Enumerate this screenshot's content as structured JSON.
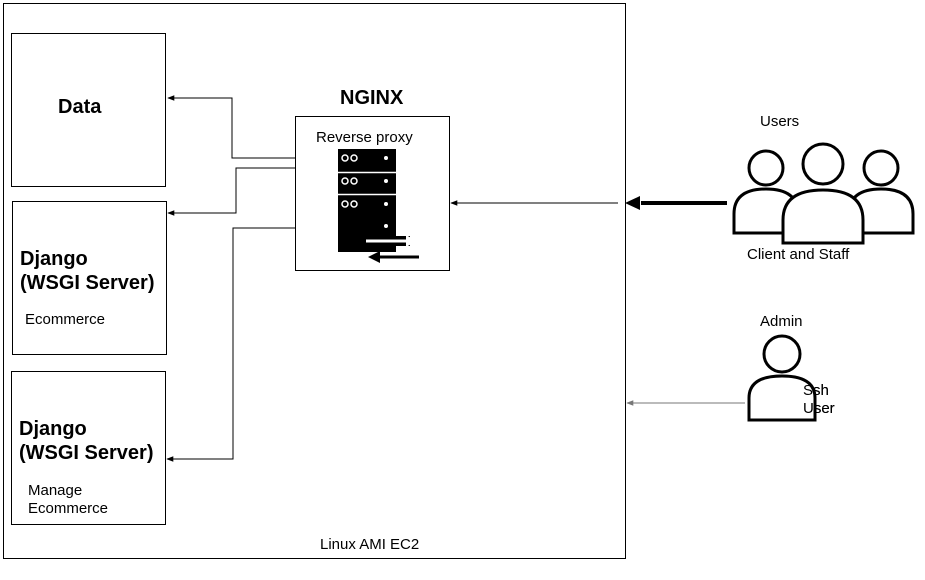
{
  "diagram": {
    "container_label": "Linux AMI EC2",
    "nginx": {
      "title": "NGINX",
      "subtitle": "Reverse proxy",
      "icon": "server-icon"
    },
    "services": [
      {
        "title": "Data"
      },
      {
        "title_line1": "Django",
        "title_line2": "(WSGI Server)",
        "subtitle": "Ecommerce"
      },
      {
        "title_line1": "Django",
        "title_line2": "(WSGI Server)",
        "subtitle_line1": "Manage",
        "subtitle_line2": "Ecommerce"
      }
    ],
    "actors": {
      "users": {
        "title": "Users",
        "caption": "Client and Staff",
        "icon": "users-group-icon"
      },
      "admin": {
        "title": "Admin",
        "caption_line1": "Ssh",
        "caption_line2": "User",
        "icon": "user-icon"
      }
    }
  }
}
